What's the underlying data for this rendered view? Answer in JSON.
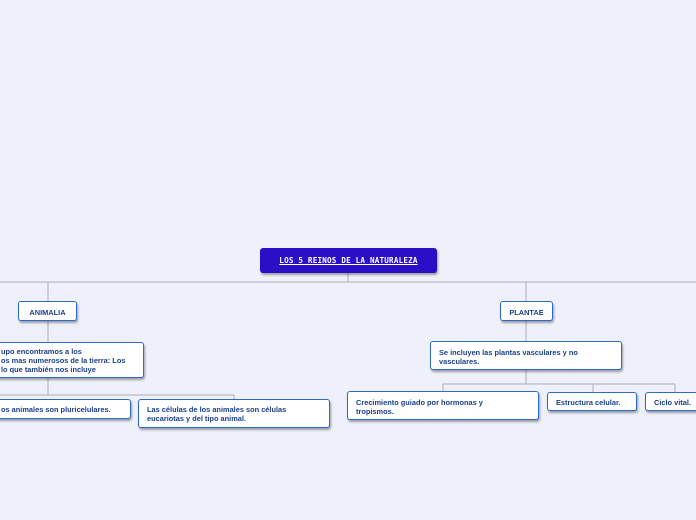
{
  "colors": {
    "background": "#eef0fb",
    "root_fill": "#2b0fc7",
    "node_border": "#2e6ac9",
    "node_text": "#1a3f8a",
    "connector": "#a9acb8"
  },
  "root": {
    "label": "LOS 5 REINOS DE LA NATURALEZA"
  },
  "animalia": {
    "label": "ANIMALIA",
    "description": [
      "upo encontramos a los",
      "os mas numerosos de la tierra: Los",
      "lo que también nos incluye"
    ],
    "pluricelulares": "os animales son pluricelulares.",
    "celulas": [
      "Las células de los animales son células",
      "eucariotas y del tipo animal."
    ]
  },
  "plantae": {
    "label": "PLANTAE",
    "description": [
      "Se incluyen las plantas vasculares y no",
      "vasculares."
    ],
    "crecimiento": [
      "Crecimiento guiado por hormonas y",
      "tropismos."
    ],
    "estructura": "Estructura celular.",
    "ciclo": "Ciclo vital."
  }
}
